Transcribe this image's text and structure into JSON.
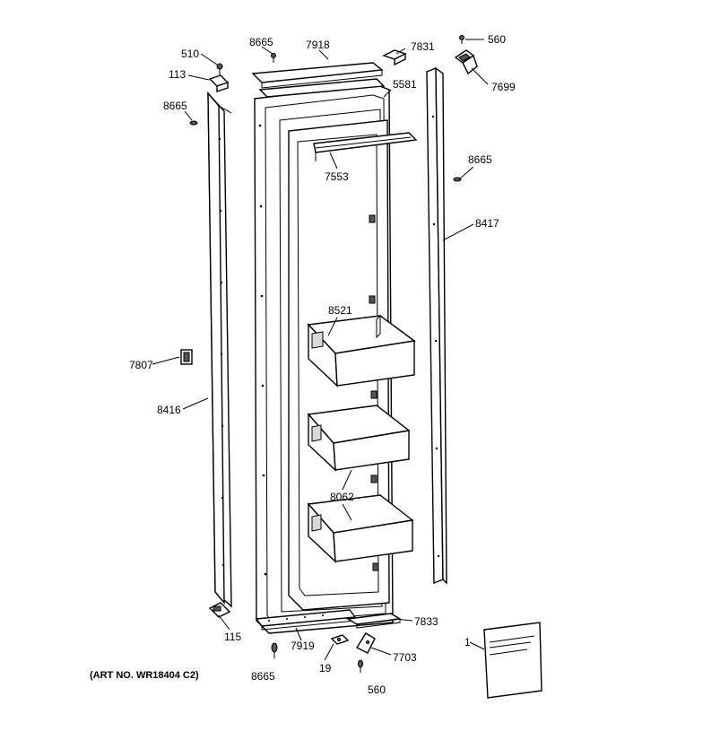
{
  "callouts": {
    "c510": "510",
    "c113": "113",
    "c8665_a": "8665",
    "c8665_top": "8665",
    "c7918": "7918",
    "c7831": "7831",
    "c560_top": "560",
    "c7699": "7699",
    "c5581": "5581",
    "c7553": "7553",
    "c8665_b": "8665",
    "c8417": "8417",
    "c8521": "8521",
    "c7807": "7807",
    "c8416": "8416",
    "c8062": "8062",
    "c115": "115",
    "c7919": "7919",
    "c7833": "7833",
    "c19": "19",
    "c7703": "7703",
    "c8665_bottom": "8665",
    "c560_bottom": "560",
    "c1": "1"
  },
  "art_number": "(ART NO. WR18404 C2)"
}
